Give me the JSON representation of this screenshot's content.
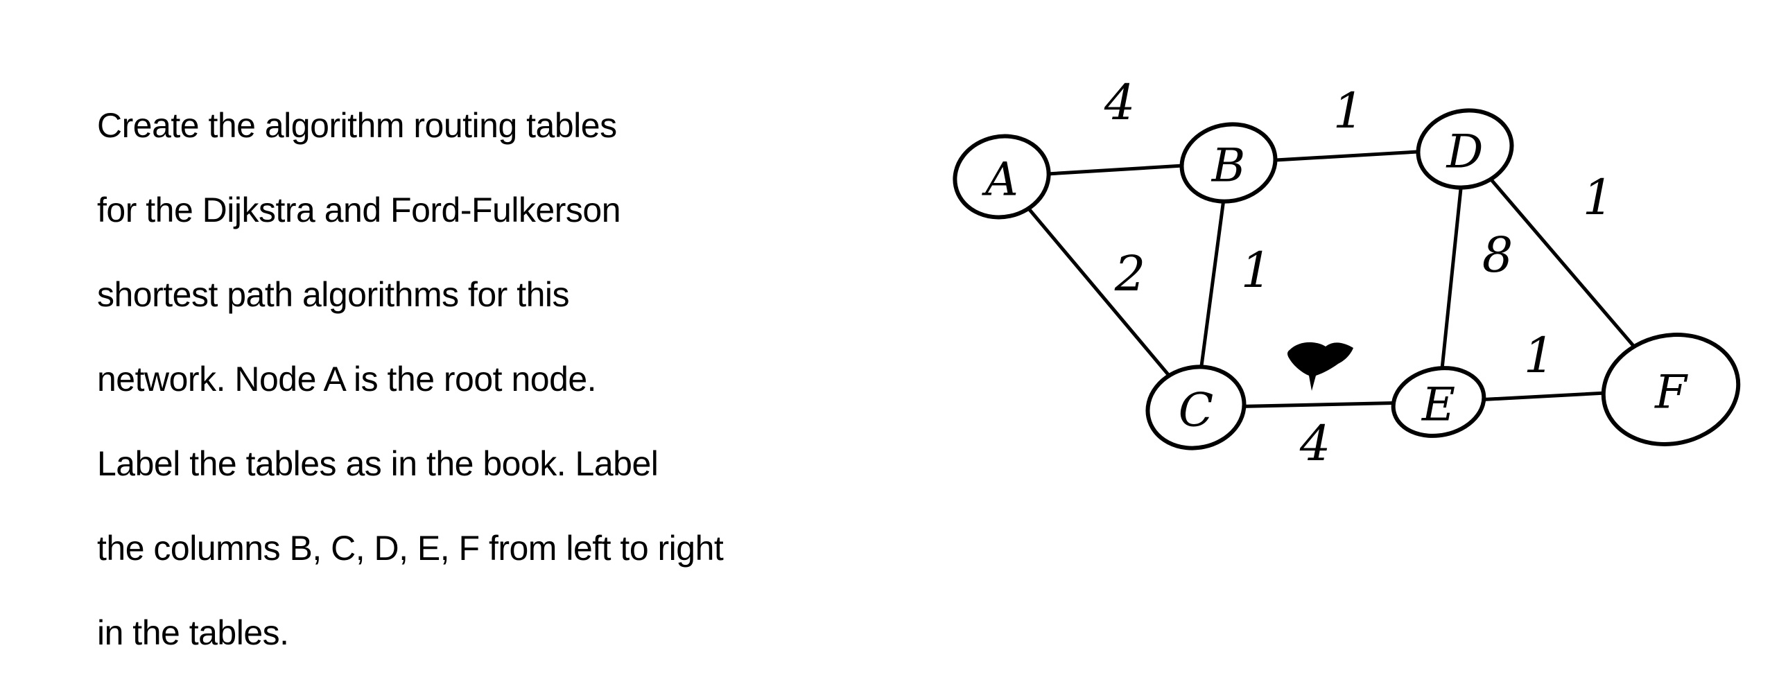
{
  "instructions": {
    "lines": [
      "Create the algorithm routing tables",
      "for the Dijkstra and Ford-Fulkerson",
      "shortest path algorithms for this",
      "network.  Node A is the root node.",
      "Label the tables as in the book.  Label",
      "the columns B, C, D, E, F from left to right",
      "in the tables."
    ]
  },
  "graph": {
    "nodes": [
      {
        "id": "A",
        "label": "A"
      },
      {
        "id": "B",
        "label": "B"
      },
      {
        "id": "C",
        "label": "C"
      },
      {
        "id": "D",
        "label": "D"
      },
      {
        "id": "E",
        "label": "E"
      },
      {
        "id": "F",
        "label": "F"
      }
    ],
    "edges": [
      {
        "from": "A",
        "to": "B",
        "weight": "4"
      },
      {
        "from": "A",
        "to": "C",
        "weight": "2"
      },
      {
        "from": "B",
        "to": "D",
        "weight": "1"
      },
      {
        "from": "B",
        "to": "C",
        "weight": "1"
      },
      {
        "from": "D",
        "to": "E",
        "weight": "8"
      },
      {
        "from": "D",
        "to": "F",
        "weight": "1"
      },
      {
        "from": "C",
        "to": "E",
        "weight": "4"
      },
      {
        "from": "E",
        "to": "F",
        "weight": "1"
      }
    ]
  }
}
